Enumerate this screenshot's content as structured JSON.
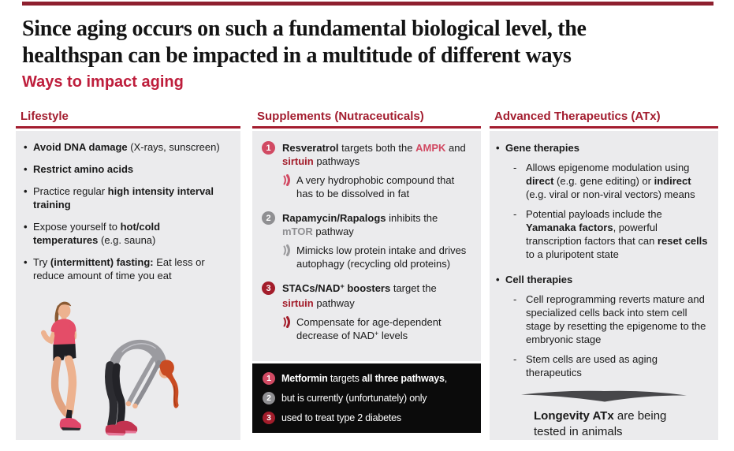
{
  "title": {
    "line1": "Since aging occurs on such a fundamental biological level, the",
    "line2": "healthspan can be impacted in a multitude of different ways"
  },
  "subtitle": "Ways to impact aging",
  "colors": {
    "header_red": "#A31D2F",
    "subtitle_red": "#BE1E3C",
    "accent_pink": "#D14A63",
    "accent_gray": "#8F8F92",
    "accent_dark_red": "#A31D2B",
    "panel_gray": "#EBEBED",
    "black_box": "#0B0B0B",
    "top_bar": "#8E1F2E",
    "swoosh_gray": "#47474A"
  },
  "lifestyle": {
    "header": "Lifestyle",
    "bullets": [
      {
        "segs": [
          {
            "t": "Avoid DNA damage",
            "s": "b"
          },
          {
            "t": " (X-rays, sunscreen)"
          }
        ]
      },
      {
        "segs": [
          {
            "t": "Restrict amino acids",
            "s": "b"
          }
        ]
      },
      {
        "segs": [
          {
            "t": "Practice regular "
          },
          {
            "t": "high intensity interval training",
            "s": "b"
          }
        ]
      },
      {
        "segs": [
          {
            "t": "Expose yourself to "
          },
          {
            "t": "hot/cold temperatures",
            "s": "b"
          },
          {
            "t": " (e.g. sauna)"
          }
        ]
      },
      {
        "segs": [
          {
            "t": "Try "
          },
          {
            "t": "(intermittent) fasting:",
            "s": "b"
          },
          {
            "t": " Eat less or reduce amount of time you eat"
          }
        ]
      }
    ],
    "illustration": {
      "label": "two-women-running-and-stretching",
      "skin": "#EDB28F",
      "hair_brown": "#8A5A33",
      "shirt_pink": "#E44D68",
      "outfit_gray": "#9B9BA0",
      "hair_orange": "#C94B22",
      "shoe_red": "#C23350"
    }
  },
  "supplements": {
    "header": "Supplements (Nutraceuticals)",
    "items": [
      {
        "num": "1",
        "accent": "pink",
        "segs": [
          {
            "t": "Resveratrol",
            "s": "b"
          },
          {
            "t": " targets both the ",
            "s": "plain"
          },
          {
            "t": "AMPK",
            "s": "pinkb"
          },
          {
            "t": " and ",
            "s": "plain"
          },
          {
            "t": "sirtuin",
            "s": "redb"
          },
          {
            "t": " pathways",
            "s": "plain"
          }
        ],
        "sub": {
          "segs": [
            {
              "t": "A very hydrophobic compound that has to be dissolved in fat"
            }
          ]
        }
      },
      {
        "num": "2",
        "accent": "gray",
        "segs": [
          {
            "t": "Rapamycin/Rapalogs",
            "s": "b"
          },
          {
            "t": " inhibits the ",
            "s": "plain"
          },
          {
            "t": "mTOR",
            "s": "grayb"
          },
          {
            "t": " pathway",
            "s": "plain"
          }
        ],
        "sub": {
          "segs": [
            {
              "t": "Mimicks low protein intake and drives autophagy (recycling old proteins)"
            }
          ]
        }
      },
      {
        "num": "3",
        "accent": "red",
        "segs": [
          {
            "t": "STACs/NAD",
            "s": "b"
          },
          {
            "t": "+",
            "s": "supb"
          },
          {
            "t": " boosters",
            "s": "b"
          },
          {
            "t": " target the ",
            "s": "plain"
          },
          {
            "t": "sirtuin",
            "s": "redb"
          },
          {
            "t": " pathway",
            "s": "plain"
          }
        ],
        "sub": {
          "segs": [
            {
              "t": "Compensate for age-dependent decrease of NAD"
            },
            {
              "t": "+",
              "s": "sup"
            },
            {
              "t": " levels"
            }
          ]
        }
      }
    ],
    "metformin_box": {
      "rows": [
        {
          "num": "1",
          "accent": "pink",
          "segs": [
            {
              "t": "Metformin",
              "s": "b"
            },
            {
              "t": " targets "
            },
            {
              "t": "all three pathways",
              "s": "b"
            },
            {
              "t": ","
            }
          ]
        },
        {
          "num": "2",
          "accent": "gray",
          "segs": [
            {
              "t": "but is currently (unfortunately) only"
            }
          ]
        },
        {
          "num": "3",
          "accent": "red",
          "segs": [
            {
              "t": "used to treat type 2 diabetes"
            }
          ]
        }
      ]
    }
  },
  "atx": {
    "header": "Advanced Therapeutics (ATx)",
    "groups": [
      {
        "title": "Gene therapies",
        "items": [
          {
            "segs": [
              {
                "t": "Allows epigenome modulation using "
              },
              {
                "t": "direct",
                "s": "b"
              },
              {
                "t": " (e.g. gene editing) or "
              },
              {
                "t": "indirect",
                "s": "b"
              },
              {
                "t": " (e.g. viral or non-viral vectors) means"
              }
            ]
          },
          {
            "segs": [
              {
                "t": "Potential payloads include the "
              },
              {
                "t": "Yamanaka factors",
                "s": "b"
              },
              {
                "t": ", powerful transcription factors that can "
              },
              {
                "t": "reset cells",
                "s": "b"
              },
              {
                "t": " to a pluripotent state"
              }
            ]
          }
        ]
      },
      {
        "title": "Cell therapies",
        "items": [
          {
            "segs": [
              {
                "t": "Cell reprogramming reverts mature and specialized cells back into stem cell stage by resetting the epigenome to the embryonic stage"
              }
            ]
          },
          {
            "segs": [
              {
                "t": "Stem cells are used as aging therapeutics"
              }
            ]
          }
        ]
      }
    ],
    "footer": {
      "segs": [
        {
          "t": "Longevity ATx",
          "s": "b"
        },
        {
          "t": " are being tested in animals"
        }
      ]
    }
  }
}
